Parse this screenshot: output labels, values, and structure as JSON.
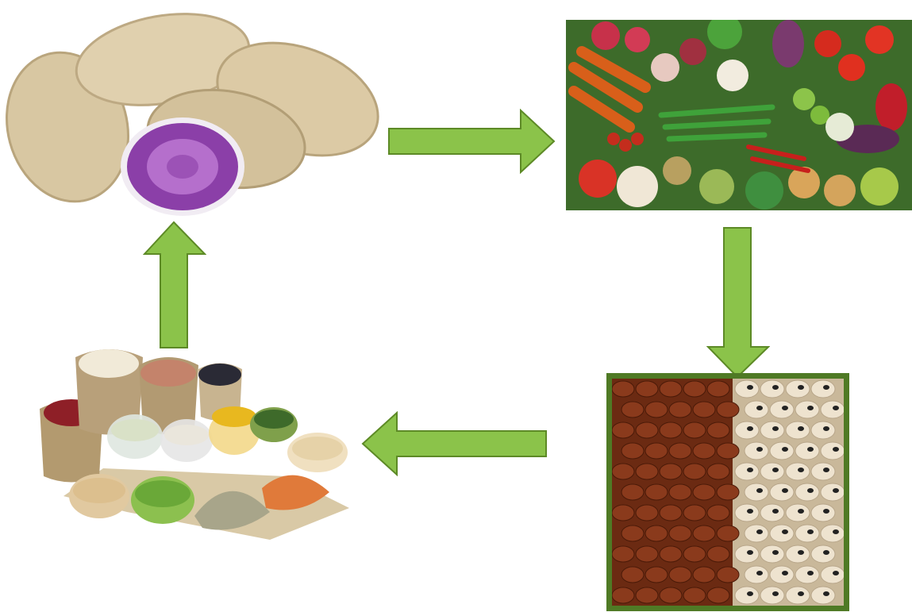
{
  "colors": {
    "arrow_fill": "#8bc34a",
    "arrow_stroke": "#5d8a26",
    "frame": "#4f7a25",
    "yam_skin": "#d9c9a8",
    "yam_flesh": "#8b3fa8",
    "red_bean": "#8a3a1c",
    "white_bean": "#eee3cf"
  },
  "nodes": [
    {
      "id": "yam",
      "icon": "purple-yam-image"
    },
    {
      "id": "vegetables",
      "icon": "vegetables-image"
    },
    {
      "id": "beans",
      "icon": "cowpea-beans-image"
    },
    {
      "id": "grains",
      "icon": "grain-sacks-image"
    }
  ],
  "edges": [
    {
      "from": "yam",
      "to": "vegetables",
      "direction": "right"
    },
    {
      "from": "vegetables",
      "to": "beans",
      "direction": "down"
    },
    {
      "from": "beans",
      "to": "grains",
      "direction": "left"
    },
    {
      "from": "grains",
      "to": "yam",
      "direction": "up"
    }
  ]
}
